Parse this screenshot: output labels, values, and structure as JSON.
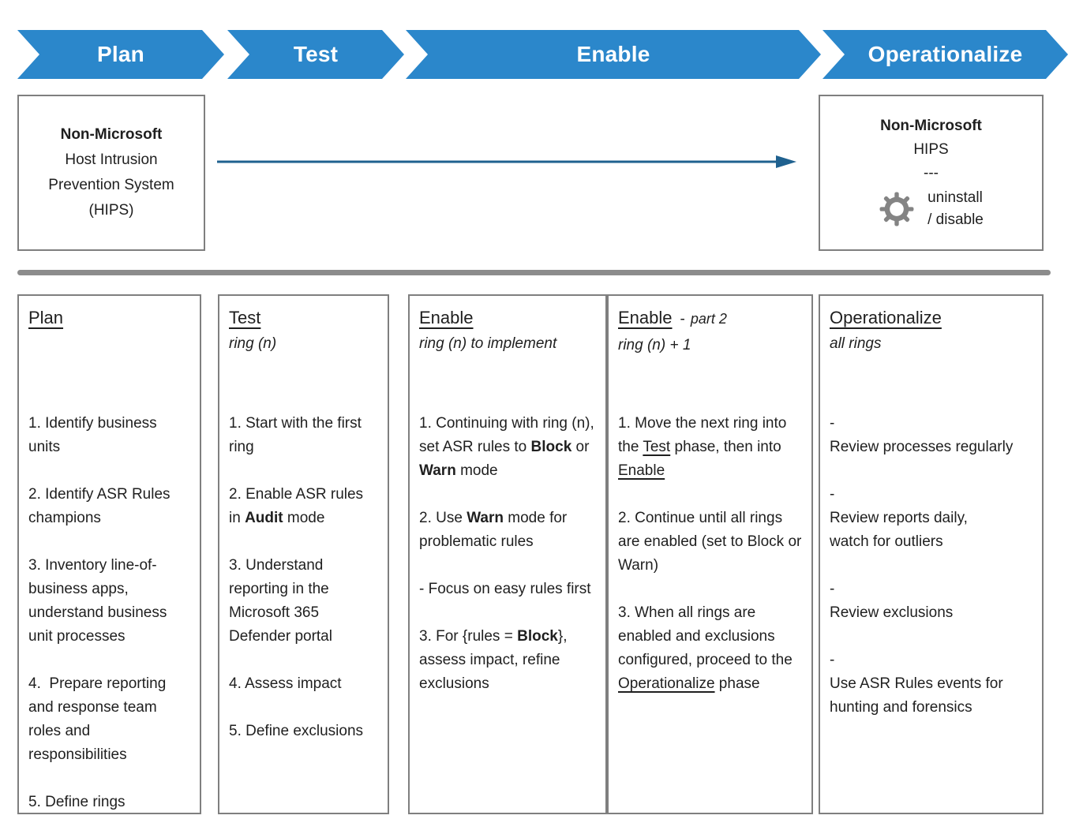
{
  "phases": [
    {
      "id": "plan",
      "label": "Plan"
    },
    {
      "id": "test",
      "label": "Test"
    },
    {
      "id": "enable",
      "label": "Enable"
    },
    {
      "id": "operationalize",
      "label": "Operationalize"
    }
  ],
  "top_row": {
    "left_box": {
      "title": "Non-Microsoft",
      "lines": [
        "Host Intrusion",
        "Prevention System",
        "(HIPS)"
      ]
    },
    "right_box": {
      "title": "Non-Microsoft",
      "line": "HIPS",
      "separator": "---",
      "icon": "gear-icon",
      "action_lines": [
        "uninstall",
        "/ disable"
      ]
    }
  },
  "colors": {
    "chevron_blue": "#2B87CB",
    "arrow_blue": "#1F618F",
    "divider_gray": "#8C8C8C",
    "box_border_gray": "#7F7F7F",
    "gear_gray": "#848484"
  },
  "columns": [
    {
      "id": "plan",
      "title": "Plan",
      "title_separator": "",
      "title_suffix": "",
      "subtitle": "",
      "paragraphs": [
        [
          {
            "t": "1. Identify business units"
          }
        ],
        [
          {
            "t": "2. Identify ASR Rules champions"
          }
        ],
        [
          {
            "t": "3. Inventory line-of-business apps, understand business unit processes"
          }
        ],
        [
          {
            "t": "4.  Prepare reporting and response team roles and responsibilities"
          }
        ],
        [
          {
            "t": "5. Define rings"
          }
        ]
      ]
    },
    {
      "id": "test",
      "title": "Test",
      "title_separator": "",
      "title_suffix": "",
      "subtitle": "ring (n)",
      "paragraphs": [
        [
          {
            "t": "1. Start with the first ring"
          }
        ],
        [
          {
            "t": "2. Enable ASR rules in "
          },
          {
            "t": "Audit",
            "b": true
          },
          {
            "t": " mode"
          }
        ],
        [
          {
            "t": "3. Understand reporting in the Microsoft 365 Defender portal"
          }
        ],
        [
          {
            "t": "4. Assess impact"
          }
        ],
        [
          {
            "t": "5. Define exclusions"
          }
        ]
      ]
    },
    {
      "id": "enable",
      "title": "Enable",
      "title_separator": "",
      "title_suffix": "",
      "subtitle": "ring (n) to implement",
      "paragraphs": [
        [
          {
            "t": "1. Continuing with ring (n), set ASR rules to "
          },
          {
            "t": "Block",
            "b": true
          },
          {
            "t": " or "
          },
          {
            "t": "Warn",
            "b": true
          },
          {
            "t": " mode"
          }
        ],
        [
          {
            "t": "2. Use "
          },
          {
            "t": "Warn",
            "b": true
          },
          {
            "t": " mode for problematic rules"
          }
        ],
        [
          {
            "t": "- Focus on easy rules first"
          }
        ],
        [
          {
            "t": "3. For {rules = "
          },
          {
            "t": "Block",
            "b": true
          },
          {
            "t": "}, assess impact, refine exclusions"
          }
        ]
      ]
    },
    {
      "id": "enable-part-2",
      "title": "Enable",
      "title_separator": "-",
      "title_suffix": "part 2",
      "subtitle": "ring (n) + 1",
      "paragraphs": [
        [
          {
            "t": "1. Move the next ring into the "
          },
          {
            "t": "Test",
            "u": true
          },
          {
            "t": " phase, then into "
          },
          {
            "t": "Enable",
            "u": true
          }
        ],
        [
          {
            "t": "2. Continue until all rings are enabled (set to Block or Warn)"
          }
        ],
        [
          {
            "t": "3. When all rings are enabled and exclusions configured, proceed to the "
          },
          {
            "t": "Operationalize",
            "u": true
          },
          {
            "t": " phase"
          }
        ]
      ]
    },
    {
      "id": "operationalize",
      "title": "Operationalize",
      "title_separator": "",
      "title_suffix": "",
      "subtitle": "all rings",
      "paragraphs": [
        [
          {
            "t": "-\nReview processes regularly"
          }
        ],
        [
          {
            "t": "-\nReview reports daily,\nwatch for outliers"
          }
        ],
        [
          {
            "t": "-\nReview exclusions"
          }
        ],
        [
          {
            "t": "-\nUse ASR Rules events for\nhunting and forensics"
          }
        ]
      ]
    }
  ]
}
